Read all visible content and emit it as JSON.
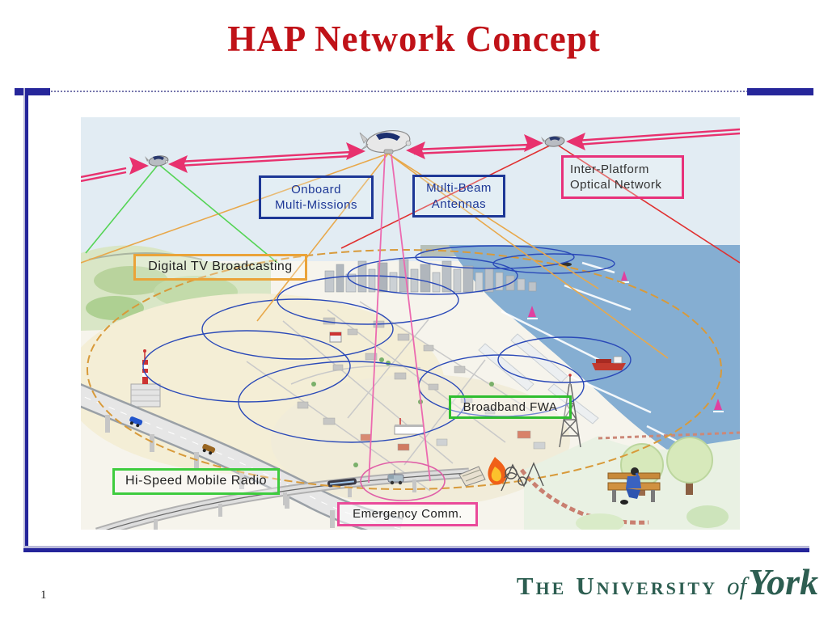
{
  "slide": {
    "title": "HAP Network Concept",
    "page_number": "1"
  },
  "diagram": {
    "labels": {
      "onboard_line1": "Onboard",
      "onboard_line2": "Multi-Missions",
      "multibeam_line1": "Multi-Beam",
      "multibeam_line2": "Antennas",
      "interplatform_line1": "Inter-Platform",
      "interplatform_line2": "Optical Network",
      "digital_tv": "Digital TV Broadcasting",
      "broadband": "Broadband FWA",
      "hispeed": "Hi-Speed Mobile Radio",
      "emergency": "Emergency Comm."
    },
    "colors": {
      "title_red": "#c01218",
      "border_navy": "#24249a",
      "label_blue": "#1d3796",
      "label_pink": "#e8317a",
      "label_orange": "#eaa339",
      "label_green": "#2fbe2f",
      "link_pink": "#e8316e",
      "beam_orange": "#e8a84a",
      "beam_green": "#55d455",
      "beam_red": "#e03030",
      "beam_cone_pink": "#ec6ab0",
      "cell_blue": "#2a49b8",
      "coverage_orange": "#d89a3a",
      "sea_blue": "#85aed2",
      "logo_green": "#2d5e51"
    }
  },
  "footer": {
    "logo_the": "The",
    "logo_university": "University",
    "logo_of": "of",
    "logo_york": "York"
  }
}
